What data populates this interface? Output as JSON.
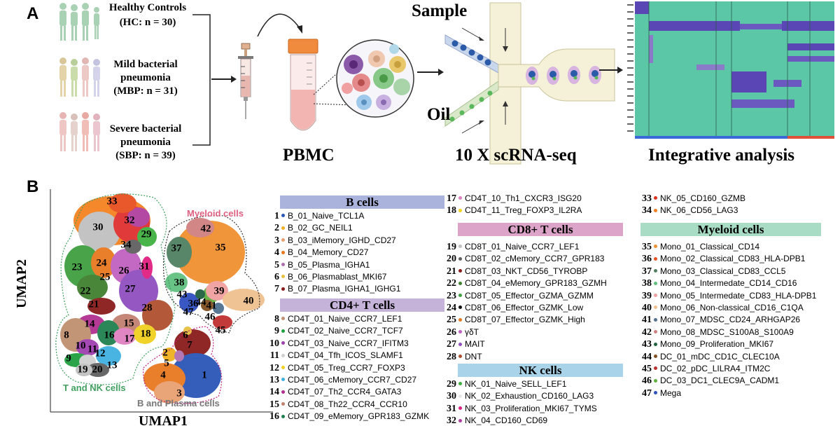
{
  "panel_a": {
    "letter": "A",
    "groups": [
      {
        "line1": "Healthy Controls",
        "line2": "(HC: n = 30)"
      },
      {
        "line1": "Mild bacterial",
        "line2": "pneumonia",
        "line3": "(MBP: n = 31)"
      },
      {
        "line1": "Severe bacterial",
        "line2": "pneumonia",
        "line3": "(SBP: n = 39)"
      }
    ],
    "pbmc": "PBMC",
    "sample": "Sample",
    "oil": "Oil",
    "seq": "10 X scRNA-seq",
    "analysis": "Integrative analysis"
  },
  "panel_b": {
    "letter": "B",
    "xlabel": "UMAP1",
    "ylabel": "UMAP2",
    "region_t_nk": "T and NK cells",
    "region_myeloid": "Myeloid cells",
    "region_b": "B and Plasma cells",
    "cluster_numbers": [
      "1",
      "2",
      "3",
      "4",
      "5",
      "6",
      "7",
      "8",
      "9",
      "10",
      "11",
      "12",
      "13",
      "14",
      "15",
      "16",
      "17",
      "18",
      "19",
      "20",
      "21",
      "22",
      "23",
      "24",
      "25",
      "26",
      "27",
      "28",
      "29",
      "30",
      "31",
      "32",
      "33",
      "34",
      "35",
      "36",
      "37",
      "38",
      "39",
      "40",
      "41",
      "42",
      "43",
      "44",
      "45",
      "46",
      "47"
    ]
  },
  "legend": {
    "col1": {
      "headers": {
        "b": "B cells",
        "cd4": "CD4+ T cells"
      },
      "b_items": [
        {
          "n": "1",
          "label": "B_01_Naive_TCL1A",
          "color": "#2b56b8"
        },
        {
          "n": "2",
          "label": "B_02_GC_NEIL1",
          "color": "#f0b020"
        },
        {
          "n": "3",
          "label": "B_03_iMemory_IGHD_CD27",
          "color": "#e8a070"
        },
        {
          "n": "4",
          "label": "B_04_Memory_CD27",
          "color": "#e87820"
        },
        {
          "n": "5",
          "label": "B_05_Plasma_IGHA1",
          "color": "#b070b0"
        },
        {
          "n": "6",
          "label": "B_06_Plasmablast_MKI67",
          "color": "#e8c040"
        },
        {
          "n": "7",
          "label": "B_07_Plasma_IGHA1_IGHG1",
          "color": "#8b1c1c"
        }
      ],
      "cd4_items": [
        {
          "n": "8",
          "label": "CD4T_01_Naive_CCR7_LEF1",
          "color": "#c09070"
        },
        {
          "n": "9",
          "label": "CD4T_02_Naive_CCR7_TCF7",
          "color": "#20a040"
        },
        {
          "n": "10",
          "label": "CD4T_03_Naive_CCR7_IFITM3",
          "color": "#a040b0"
        },
        {
          "n": "11",
          "label": "CD4T_04_Tfh_ICOS_SLAMF1",
          "color": "#d0d0d0"
        },
        {
          "n": "12",
          "label": "CD4T_05_Treg_CCR7_FOXP3",
          "color": "#f0d020"
        },
        {
          "n": "13",
          "label": "CD4T_06_cMemory_CCR7_CD27",
          "color": "#40b0e0"
        },
        {
          "n": "14",
          "label": "CD4T_07_Th2_CCR4_GATA3",
          "color": "#b03090"
        },
        {
          "n": "15",
          "label": "CD4T_08_Th22_CCR4_CCR10",
          "color": "#c08070"
        },
        {
          "n": "16",
          "label": "CD4T_09_eMemory_GPR183_GZMK",
          "color": "#208050"
        }
      ]
    },
    "col2": {
      "top_items": [
        {
          "n": "17",
          "label": "CD4T_10_Th1_CXCR3_ISG20",
          "color": "#e080c0"
        },
        {
          "n": "18",
          "label": "CD4T_11_Treg_FOXP3_IL2RA",
          "color": "#f0d020"
        }
      ],
      "headers": {
        "cd8": "CD8+ T cells",
        "nk": "NK cells"
      },
      "cd8_items": [
        {
          "n": "19",
          "label": "CD8T_01_Naive_CCR7_LEF1",
          "color": "#c0c0c0"
        },
        {
          "n": "20",
          "label": "CD8T_02_cMemory_CCR7_GPR183",
          "color": "#606060"
        },
        {
          "n": "21",
          "label": "CD8T_03_NKT_CD56_TYROBP",
          "color": "#8b1c1c"
        },
        {
          "n": "22",
          "label": "CD8T_04_eMemory_GPR183_GZMH",
          "color": "#408030"
        },
        {
          "n": "23",
          "label": "CD8T_05_Effector_GZMA_GZMM",
          "color": "#40a040"
        },
        {
          "n": "24",
          "label": "CD8T_06_Effector_GZMK_Low",
          "color": "#101010"
        },
        {
          "n": "25",
          "label": "CD8T_07_Effector_GZMK_High",
          "color": "#e87820"
        },
        {
          "n": "26",
          "label": "γδT",
          "color": "#c060c0"
        },
        {
          "n": "27",
          "label": "MAIT",
          "color": "#9050c0"
        },
        {
          "n": "28",
          "label": "DNT",
          "color": "#b05030"
        }
      ],
      "nk_items": [
        {
          "n": "29",
          "label": "NK_01_Naive_SELL_LEF1",
          "color": "#40b040"
        },
        {
          "n": "30",
          "label": "NK_02_Exhaustion_CD160_LAG3",
          "color": "#e8e8e8"
        },
        {
          "n": "31",
          "label": "NK_03_Proliferation_MKI67_TYMS",
          "color": "#e02080"
        },
        {
          "n": "32",
          "label": "NK_04_CD160_CD69",
          "color": "#b040a0"
        }
      ]
    },
    "col3": {
      "top_items": [
        {
          "n": "33",
          "label": "NK_05_CD160_GZMB",
          "color": "#e03020"
        },
        {
          "n": "34",
          "label": "NK_06_CD56_LAG3",
          "color": "#f08020"
        }
      ],
      "headers": {
        "myeloid": "Myeloid cells"
      },
      "myeloid_items": [
        {
          "n": "35",
          "label": "Mono_01_Classical_CD14",
          "color": "#f09030"
        },
        {
          "n": "36",
          "label": "Mono_02_Classical_CD83_HLA-DPB1",
          "color": "#e85020"
        },
        {
          "n": "37",
          "label": "Mono_03_Classical_CD83_CCL5",
          "color": "#508060"
        },
        {
          "n": "38",
          "label": "Mono_04_Intermedate_CD14_CD16",
          "color": "#60c080"
        },
        {
          "n": "39",
          "label": "Mono_05_Intermedate_CD83_HLA-DPB1",
          "color": "#f0a0a0"
        },
        {
          "n": "40",
          "label": "Mono_06_Non-classical_CD16_C1QA",
          "color": "#f0c090"
        },
        {
          "n": "41",
          "label": "Mono_07_MDSC_CD24_ARHGAP26",
          "color": "#507090"
        },
        {
          "n": "42",
          "label": "Mono_08_MDSC_S100A8_S100A9",
          "color": "#d08080"
        },
        {
          "n": "43",
          "label": "Mono_09_Proliferation_MKI67",
          "color": "#206040"
        },
        {
          "n": "44",
          "label": "DC_01_mDC_CD1C_CLEC10A",
          "color": "#805020"
        },
        {
          "n": "45",
          "label": "DC_02_pDC_LILRA4_ITM2C",
          "color": "#c03030"
        },
        {
          "n": "46",
          "label": "DC_03_DC1_CLEC9A_CADM1",
          "color": "#60b040"
        },
        {
          "n": "47",
          "label": "Mega",
          "color": "#3050c0"
        }
      ]
    }
  }
}
